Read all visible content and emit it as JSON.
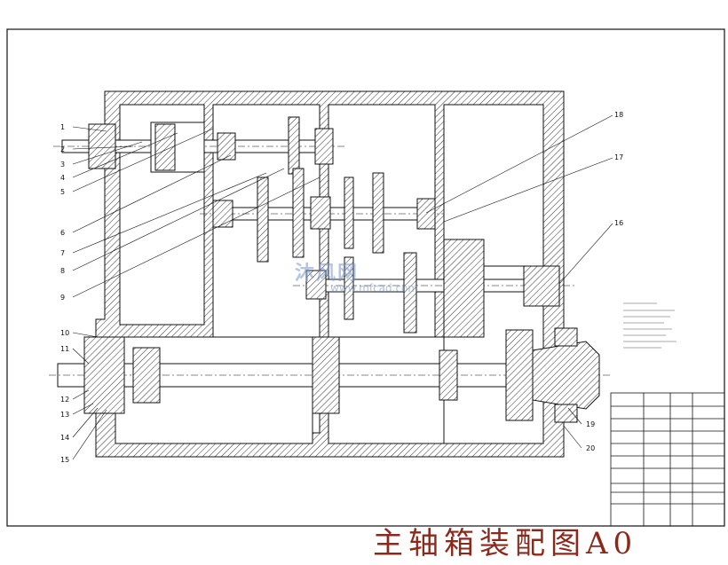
{
  "caption": "主轴箱装配图A0",
  "watermark": {
    "text": "沐风网",
    "url": "www.mfcad.com"
  },
  "colors": {
    "line": "#111111",
    "hatch": "#333333",
    "caption": "#8b2a1c"
  },
  "balloons_left": [
    "1",
    "2",
    "3",
    "4",
    "5",
    "6",
    "7",
    "8",
    "9",
    "10",
    "11",
    "12",
    "13",
    "14",
    "15"
  ],
  "balloons_right": [
    "18",
    "17",
    "16",
    "19",
    "20"
  ]
}
